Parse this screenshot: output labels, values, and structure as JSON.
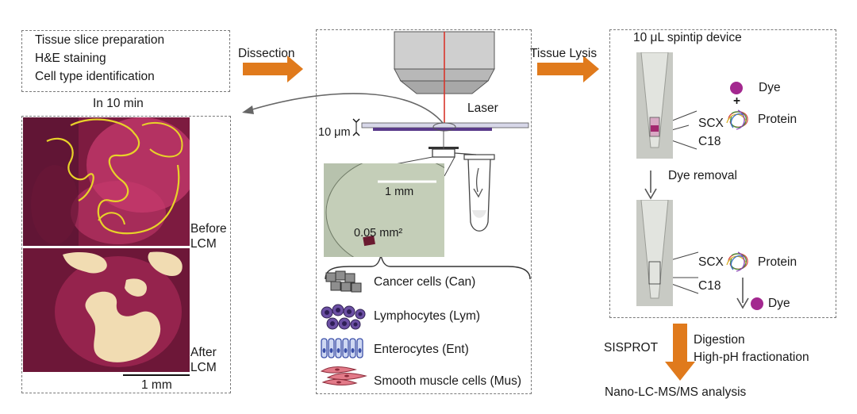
{
  "colors": {
    "arrow": "#e07a1c",
    "dash": "#7a7a7a",
    "dye": "#a3288f",
    "tissue": "#b8245a",
    "lumen": "#f1dcb2"
  },
  "left": {
    "steps": [
      "Tissue slice preparation",
      "H&E staining",
      "Cell type identification"
    ],
    "time_label": "In 10 min",
    "before_label": [
      "Before",
      "LCM"
    ],
    "after_label": [
      "After",
      "LCM"
    ],
    "scale_label": "1 mm"
  },
  "middle": {
    "dissection_label": "Dissection",
    "laser_label": "Laser",
    "thickness_label": "10 μm",
    "zoom_scale_label": "1 mm",
    "area_label": "0.05 mm²",
    "cell_types": [
      {
        "icon": "cancer-cells-icon",
        "label": "Cancer cells (Can)"
      },
      {
        "icon": "lymphocytes-icon",
        "label": "Lymphocytes (Lym)"
      },
      {
        "icon": "enterocytes-icon",
        "label": "Enterocytes (Ent)"
      },
      {
        "icon": "smooth-muscle-icon",
        "label": "Smooth muscle cells (Mus)"
      }
    ]
  },
  "right": {
    "lysis_label": "Tissue Lysis",
    "device_title": "10 μL spintip device",
    "dye_label": "Dye",
    "plus_label": "+",
    "protein_label": "Protein",
    "scx_label": "SCX",
    "c18_label": "C18",
    "dye_removal_label": "Dye removal",
    "scx_label_2": "SCX",
    "c18_label_2": "C18",
    "protein_label_2": "Protein",
    "dye_label_2": "Dye"
  },
  "bottom": {
    "sisprot_label": "SISPROT",
    "digestion_label": "Digestion",
    "fractionation_label": "High-pH fractionation",
    "analysis_label": "Nano-LC-MS/MS analysis"
  }
}
